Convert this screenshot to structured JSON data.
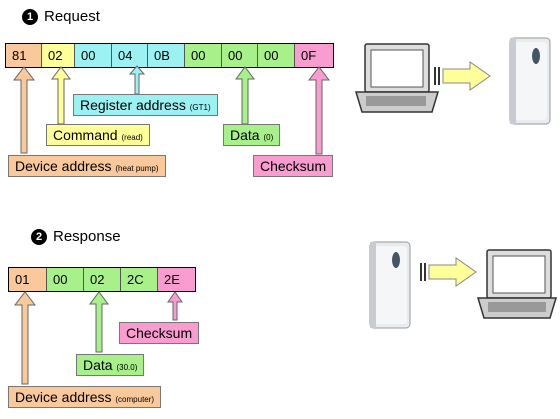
{
  "request": {
    "number": "1",
    "title": "Request",
    "bytes": [
      {
        "text": "81",
        "color": "orange"
      },
      {
        "text": "02",
        "color": "yellow"
      },
      {
        "text": "00",
        "color": "cyan"
      },
      {
        "text": "04",
        "color": "cyan"
      },
      {
        "text": "0B",
        "color": "cyan"
      },
      {
        "text": "00",
        "color": "green"
      },
      {
        "text": "00",
        "color": "green"
      },
      {
        "text": "00",
        "color": "green"
      },
      {
        "text": "0F",
        "color": "pink"
      }
    ],
    "register_address": {
      "main": "Register address",
      "note": "(GT1)"
    },
    "command": {
      "main": "Command",
      "note": "(read)"
    },
    "data": {
      "main": "Data",
      "note": "(0)"
    },
    "device_address": {
      "main": "Device address",
      "note": "(heat pump)"
    },
    "checksum": "Checksum"
  },
  "response": {
    "number": "2",
    "title": "Response",
    "bytes": [
      {
        "text": "01",
        "color": "orange"
      },
      {
        "text": "00",
        "color": "green"
      },
      {
        "text": "02",
        "color": "green"
      },
      {
        "text": "2C",
        "color": "green"
      },
      {
        "text": "2E",
        "color": "pink"
      }
    ],
    "checksum": "Checksum",
    "data": {
      "main": "Data",
      "note": "(30.0)"
    },
    "device_address": {
      "main": "Device address",
      "note": "(computer)"
    }
  },
  "colors": {
    "orange": "#f9c89b",
    "yellow": "#ffff99",
    "cyan": "#9cf2f2",
    "green": "#a8f08a",
    "pink": "#f99ccf"
  },
  "icons": [
    "laptop-icon",
    "heat-pump-icon",
    "arrow-right-icon"
  ]
}
